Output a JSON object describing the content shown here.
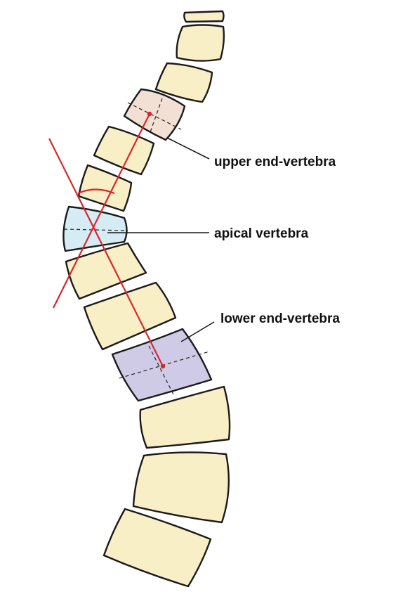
{
  "diagram": {
    "labels": {
      "upper_end_vertebra": "upper end-vertebra",
      "apical_vertebra": "apical vertebra",
      "lower_end_vertebra": "lower end-vertebra"
    },
    "colors": {
      "vertebra_fill": "#f8efc6",
      "upper_end_fill": "#f3e0d4",
      "apical_fill": "#d5ecf5",
      "lower_end_fill": "#cfcbe6",
      "cobb_lines": "#d9262c",
      "outline": "#1a1a1a"
    }
  }
}
